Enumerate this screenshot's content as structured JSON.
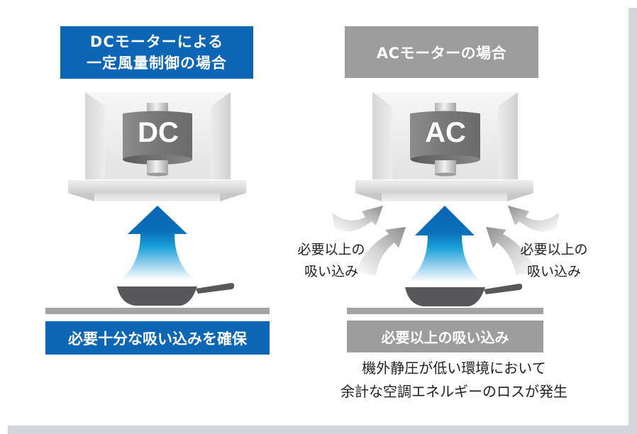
{
  "dc_panel": {
    "title_line1": "DCモーターによる",
    "title_line2": "一定風量制御の場合",
    "motor_label": "DC",
    "result_label": "必要十分な吸い込みを確保",
    "title_color": "#0c66b5"
  },
  "ac_panel": {
    "title": "ACモーターの場合",
    "motor_label": "AC",
    "side_left": {
      "line1": "必要以上の",
      "line2": "吸い込み"
    },
    "side_right": {
      "line1": "必要以上の",
      "line2": "吸い込み"
    },
    "result_label": "必要以上の吸い込み",
    "note_line1": "機外静圧が低い環境において",
    "note_line2": "余計な空調エネルギーのロスが発生",
    "title_color": "#9d9d9d"
  },
  "icons": {
    "hood": "range-hood-icon",
    "motor": "motor-cylinder-icon",
    "airflow": "up-arrow-gradient-icon",
    "pan": "frying-pan-icon",
    "excess_intake": "curved-gray-arrow-icon"
  }
}
